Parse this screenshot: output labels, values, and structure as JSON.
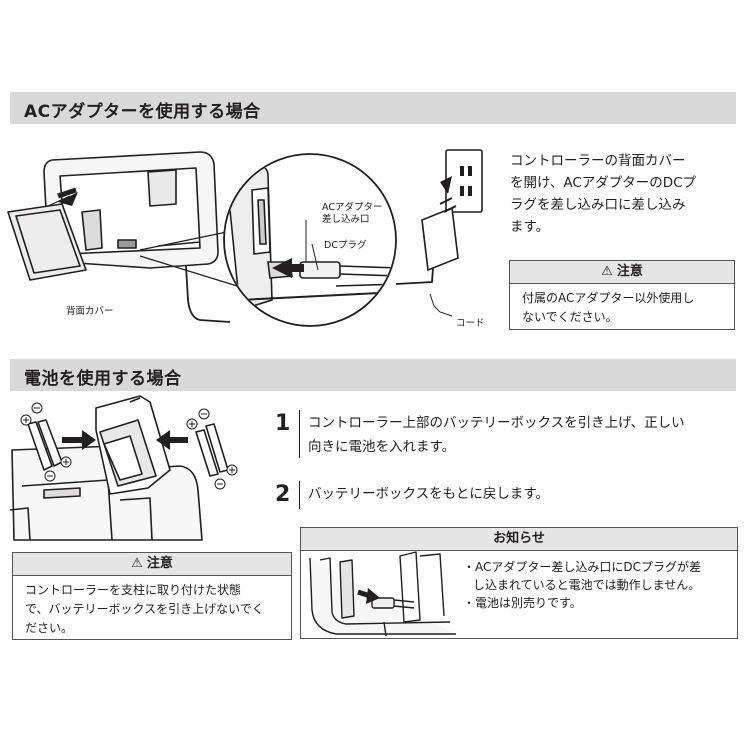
{
  "ac_section": {
    "title": "ACアダプターを使用する場合",
    "description": [
      "コントローラーの背面カバー",
      "を開け、ACアダプターのDCプ",
      "ラグを差し込み口に差し込み",
      "ます。"
    ],
    "labels": {
      "back_cover": "背面カバー",
      "ac_inlet_line1": "ACアダプター",
      "ac_inlet_line2": "差し込み口",
      "dc_plug": "DCプラグ",
      "cord": "コード"
    },
    "caution": {
      "title": "注意",
      "lines": [
        "付属のACアダプター以外使用し",
        "ないでください。"
      ]
    }
  },
  "battery_section": {
    "title": "電池を使用する場合",
    "steps": [
      {
        "number": "1",
        "lines": [
          "コントローラー上部のバッテリーボックスを引き上げ、正しい",
          "向きに電池を入れます。"
        ]
      },
      {
        "number": "2",
        "lines": [
          "バッテリーボックスをもとに戻します。"
        ]
      }
    ],
    "caution": {
      "title": "注意",
      "lines": [
        "コントローラーを支柱に取り付けた状態",
        "で、バッテリーボックスを引き上げないでく",
        "ださい。"
      ]
    },
    "notice": {
      "title": "お知らせ",
      "items": [
        [
          "・ACアダプター差し込み口にDCプラグが差",
          "し込まれていると電池では動作しません。"
        ],
        [
          "・電池は別売りです。"
        ]
      ]
    }
  },
  "icons": {
    "warning": "warning-triangle-icon",
    "arrow": "arrow-icon"
  }
}
